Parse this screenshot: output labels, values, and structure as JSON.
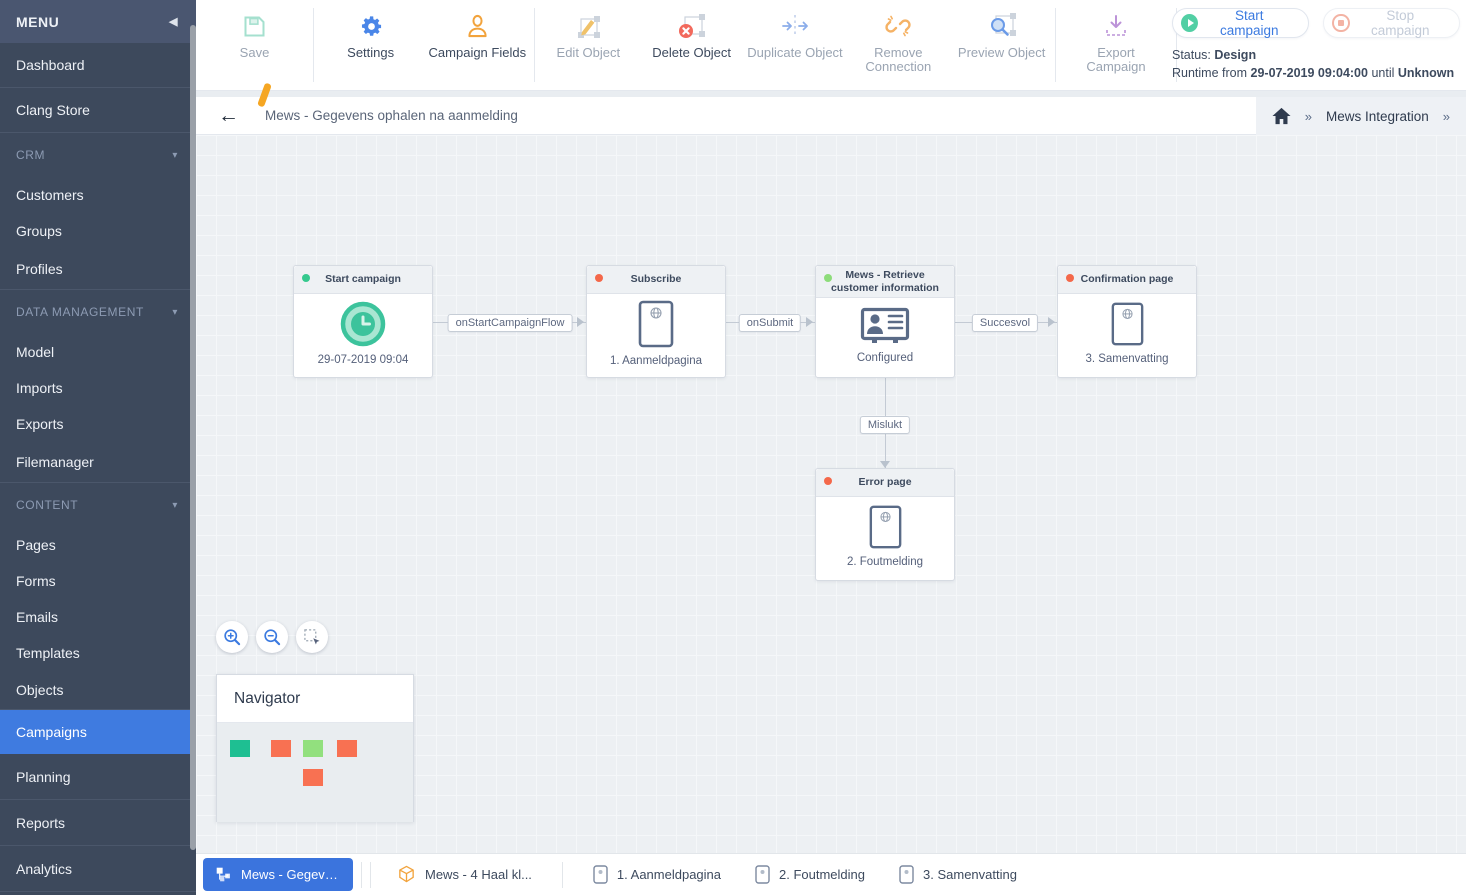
{
  "colors": {
    "accent_blue": "#3b7ae0",
    "sidebar_bg": "#3d495c",
    "active_item_bg": "#3f7be0",
    "status_green": "#35c98e",
    "status_lightgreen": "#8ddc7a",
    "status_orange": "#f4684a",
    "navigator_teal": "#1ebf92",
    "navigator_orange": "#f87152",
    "navigator_lightgreen": "#92e07e",
    "bottom_tab_blue": "#3b74dd"
  },
  "sidebar": {
    "menu_label": "MENU",
    "collapse_icon": "◀",
    "items": [
      {
        "label": "Dashboard"
      },
      {
        "label": "Clang Store"
      },
      {
        "label": "CRM"
      },
      {
        "label": "Customers"
      },
      {
        "label": "Groups"
      },
      {
        "label": "Profiles"
      },
      {
        "label": "DATA MANAGEMENT"
      },
      {
        "label": "Model"
      },
      {
        "label": "Imports"
      },
      {
        "label": "Exports"
      },
      {
        "label": "Filemanager"
      },
      {
        "label": "CONTENT"
      },
      {
        "label": "Pages"
      },
      {
        "label": "Forms"
      },
      {
        "label": "Emails"
      },
      {
        "label": "Templates"
      },
      {
        "label": "Objects"
      },
      {
        "label": "Campaigns"
      },
      {
        "label": "Planning"
      },
      {
        "label": "Reports"
      },
      {
        "label": "Analytics"
      }
    ],
    "section_caret": "▾"
  },
  "toolbar": {
    "items": [
      {
        "label": "Save"
      },
      {
        "label": "Settings"
      },
      {
        "label": "Campaign Fields"
      },
      {
        "label": "Edit Object"
      },
      {
        "label": "Delete Object"
      },
      {
        "label": "Duplicate Object"
      },
      {
        "label": "Remove Connection"
      },
      {
        "label": "Preview Object"
      },
      {
        "label": "Export Campaign"
      }
    ],
    "start_button": "Start campaign",
    "stop_button": "Stop campaign",
    "status_label": "Status:",
    "status_value": "Design",
    "runtime_prefix": "Runtime from",
    "runtime_start": "29-07-2019 09:04:00",
    "runtime_middle": "until",
    "runtime_end": "Unknown"
  },
  "breadcrumb": {
    "back_icon": "←",
    "title": "Mews - Gegevens ophalen na aanmelding",
    "chevron": "»",
    "path_item": "Mews Integration"
  },
  "canvas": {
    "nodes": [
      {
        "title": "Start campaign",
        "subtitle": "29-07-2019 09:04",
        "status": "green",
        "icon": "clock"
      },
      {
        "title": "Subscribe",
        "subtitle": "1. Aanmeldpagina",
        "status": "orange",
        "icon": "page"
      },
      {
        "title": "Mews - Retrieve customer information",
        "subtitle": "Configured",
        "status": "lightgreen",
        "icon": "id-card"
      },
      {
        "title": "Confirmation page",
        "subtitle": "3. Samenvatting",
        "status": "orange",
        "icon": "page"
      },
      {
        "title": "Error page",
        "subtitle": "2. Foutmelding",
        "status": "orange",
        "icon": "page"
      }
    ],
    "connections": [
      {
        "label": "onStartCampaignFlow"
      },
      {
        "label": "onSubmit"
      },
      {
        "label": "Succesvol"
      },
      {
        "label": "Mislukt"
      }
    ],
    "navigator_title": "Navigator"
  },
  "bottombar": {
    "tabs": [
      {
        "label": "Mews - Gegeven...",
        "icon": "sitemap",
        "active": true
      },
      {
        "label": "Mews - 4 Haal kl...",
        "icon": "cube",
        "active": false
      },
      {
        "label": "1. Aanmeldpagina",
        "icon": "page",
        "active": false
      },
      {
        "label": "2. Foutmelding",
        "icon": "page",
        "active": false
      },
      {
        "label": "3. Samenvatting",
        "icon": "page",
        "active": false
      }
    ]
  }
}
